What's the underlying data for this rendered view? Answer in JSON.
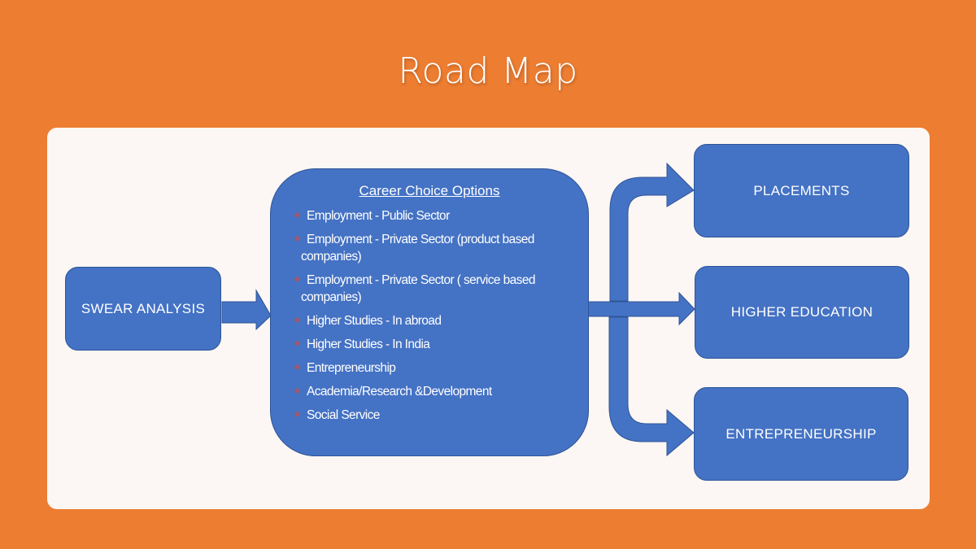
{
  "slide": {
    "title": "Road Map",
    "background_color": "#ED7D31",
    "panel_color": "#FCF7F4",
    "box_color": "#4472C4",
    "bullet_color": "#C0504D"
  },
  "diagram": {
    "start_node": {
      "label": "SWEAR ANALYSIS"
    },
    "career_options": {
      "heading": "Career Choice Options",
      "bullet_icon": "diamond-bullet-icon",
      "items": [
        {
          "line1": "Employment -  Public Sector",
          "line2": ""
        },
        {
          "line1": "Employment -  Private Sector (product based",
          "line2": "companies)"
        },
        {
          "line1": "Employment -  Private Sector ( service based",
          "line2": "companies)"
        },
        {
          "line1": "Higher Studies - In abroad",
          "line2": ""
        },
        {
          "line1": "Higher Studies - In India",
          "line2": ""
        },
        {
          "line1": "Entrepreneurship",
          "line2": ""
        },
        {
          "line1": "Academia/Research &Development",
          "line2": ""
        },
        {
          "line1": "Social Service",
          "line2": ""
        }
      ]
    },
    "outcomes": [
      {
        "label": "PLACEMENTS"
      },
      {
        "label": "HIGHER EDUCATION"
      },
      {
        "label": "ENTREPRENEURSHIP"
      }
    ],
    "connections": [
      {
        "from": "SWEAR ANALYSIS",
        "to": "Career Choice Options"
      },
      {
        "from": "Career Choice Options",
        "to": "PLACEMENTS"
      },
      {
        "from": "Career Choice Options",
        "to": "HIGHER EDUCATION"
      },
      {
        "from": "Career Choice Options",
        "to": "ENTREPRENEURSHIP"
      }
    ]
  }
}
